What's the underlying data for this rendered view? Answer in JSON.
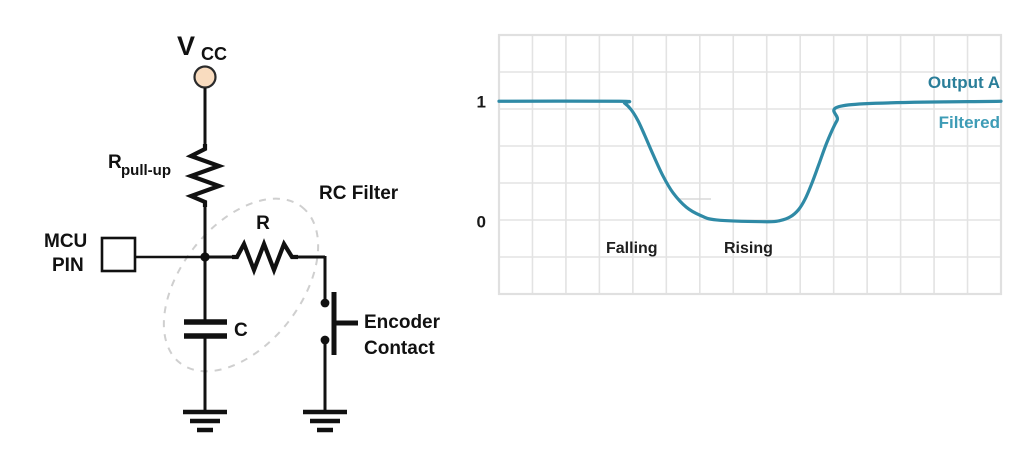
{
  "figure": {
    "title": "",
    "background": "#ffffff"
  },
  "circuit": {
    "title": "RC filter debounce circuit for rotary encoder",
    "colors": {
      "wire": "#111111",
      "vcc_node_fill": "#f9dcbf",
      "vcc_node_stroke": "#2b2b2b",
      "ellipse_dash": "#cccccc",
      "text": "#111111"
    },
    "labels": {
      "vcc": "V",
      "vcc_sub": "CC",
      "pullup": "R",
      "pullup_sub": "pull-up",
      "mcu_line1": "MCU",
      "mcu_line2": "PIN",
      "resistor_r": "R",
      "capacitor_c": "C",
      "rc_filter": "RC Filter",
      "encoder_line1": "Encoder",
      "encoder_line2": "Contact"
    },
    "components": [
      {
        "name": "vcc-node",
        "type": "supply-node"
      },
      {
        "name": "pullup-resistor",
        "type": "resistor"
      },
      {
        "name": "mcu-pin-box",
        "type": "port"
      },
      {
        "name": "series-resistor-r",
        "type": "resistor"
      },
      {
        "name": "filter-capacitor-c",
        "type": "capacitor"
      },
      {
        "name": "encoder-contact-switch",
        "type": "switch"
      },
      {
        "name": "ground-capacitor",
        "type": "ground"
      },
      {
        "name": "ground-encoder",
        "type": "ground"
      }
    ]
  },
  "chart_data": {
    "type": "line",
    "title": "",
    "subtitle": "",
    "xlabel": "",
    "ylabel": "",
    "grid": true,
    "grid_color": "#e3e3e3",
    "xlim": [
      0,
      15
    ],
    "ylim": [
      -0.6,
      1.55
    ],
    "ytick_values": [
      0,
      1
    ],
    "ytick_labels": [
      "0",
      "1"
    ],
    "xtick_labels": [],
    "legend_position": "top-right-inside",
    "series": [
      {
        "name": "Output A",
        "sublabel": "Filtered",
        "color": "#2f8aa6",
        "line_width": 3.2,
        "description": "Pull-up held high, exponential RC fall to 0, hold low, exponential RC rise back to 1",
        "x": [
          0.0,
          3.6,
          3.75,
          3.95,
          4.15,
          4.35,
          4.6,
          4.9,
          5.2,
          5.6,
          6.0,
          6.5,
          8.0,
          8.4,
          8.7,
          8.95,
          9.15,
          9.35,
          9.55,
          9.8,
          10.1,
          10.45,
          15.0
        ],
        "y": [
          1.0,
          1.0,
          0.985,
          0.93,
          0.84,
          0.72,
          0.56,
          0.38,
          0.24,
          0.12,
          0.055,
          0.015,
          0.0,
          0.01,
          0.04,
          0.1,
          0.19,
          0.32,
          0.47,
          0.66,
          0.84,
          0.97,
          1.0
        ]
      }
    ],
    "annotations": [
      {
        "name": "falling-label",
        "text": "Falling",
        "x": 4.2,
        "y": -0.23
      },
      {
        "name": "rising-label",
        "text": "Rising",
        "x": 7.95,
        "y": -0.23
      }
    ],
    "legend_labels": {
      "primary": "Output A",
      "secondary": "Filtered"
    }
  }
}
